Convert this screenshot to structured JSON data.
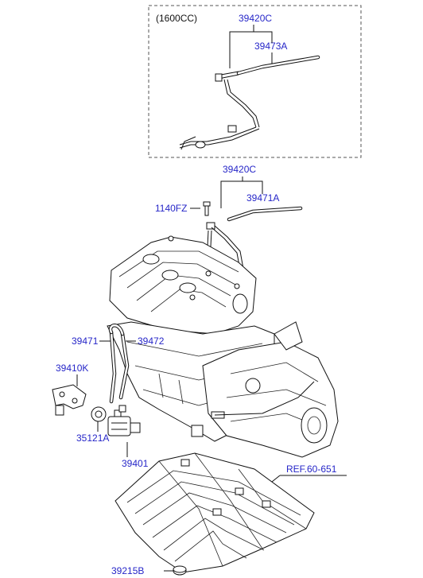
{
  "diagram": {
    "variant_box_label": "(1600CC)",
    "callouts": {
      "top_pipe": "39420C",
      "top_hose": "39473A",
      "main_pipe": "39420C",
      "main_hose": "39471A",
      "bolt": "1140FZ",
      "hose_left": "39471",
      "hose_right": "39472",
      "bracket": "39410K",
      "grommet": "35121A",
      "valve": "39401",
      "plug": "39215B",
      "floor_ref": "REF.60-651"
    },
    "colors": {
      "callout_text": "#2626c8",
      "linework": "#111111",
      "background": "#ffffff"
    }
  }
}
